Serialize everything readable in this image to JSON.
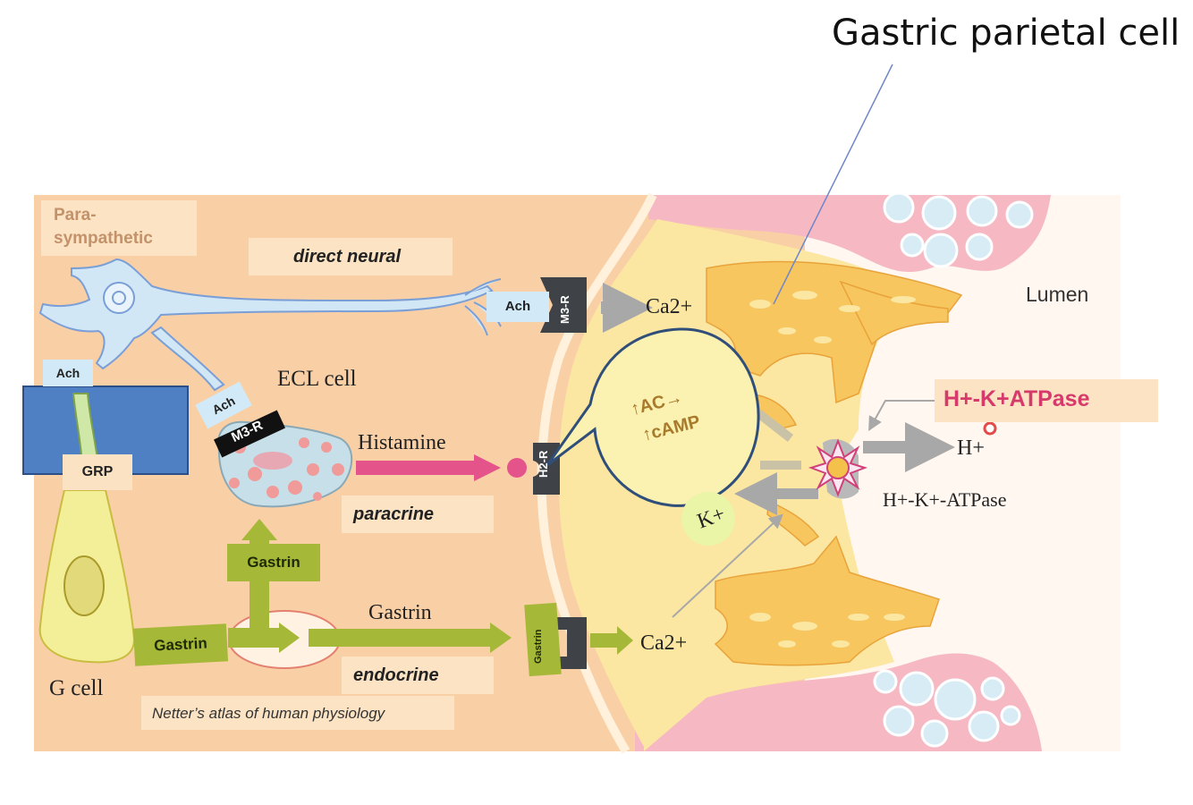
{
  "title": "Gastric parietal cell",
  "labels": {
    "parasympathetic_line1": "Para-",
    "parasympathetic_line2": "sympathetic",
    "direct_neural": "direct neural",
    "ach_1": "Ach",
    "ach_2": "Ach",
    "ach_3": "Ach",
    "m3r_1": "M3-R",
    "m3r_2": "M3-R",
    "ecl_cell": "ECL cell",
    "histamine": "Histamine",
    "h2r": "H2-R",
    "paracrine": "paracrine",
    "grp": "GRP",
    "gastrin_up": "Gastrin",
    "gastrin_left": "Gastrin",
    "gastrin_mid": "Gastrin",
    "gastrin_receptor": "Gastrin",
    "endocrine": "endocrine",
    "g_cell": "G cell",
    "citation": "Netter’s atlas of human physiology",
    "ca2_top": "Ca2+",
    "ca2_bottom": "Ca2+",
    "second_messenger_line1": "↑AC→",
    "second_messenger_line2": "↑cAMP",
    "k_plus": "K+",
    "h_plus": "H+",
    "pump_label_plain": "H+-K+-ATPase",
    "pump_label_highlight": "H+-K+ATPase",
    "lumen": "Lumen"
  },
  "colors": {
    "tissue_bg": "#f9cfa6",
    "cell_yellow": "#fbe7a2",
    "canaliculi": "#f8c65f",
    "lumen_pink": "#f6b8c3",
    "lumen_vesicle": "#d8ecf6",
    "neuron_blue": "#d2e7f6",
    "neuron_outline": "#7a9fd6",
    "ecl_fill": "#c6dfe8",
    "ecl_granule": "#f09a99",
    "histamine_arrow": "#e5538b",
    "gastrin_green": "#a6b838",
    "grp_box": "#4f80c3",
    "receptor_dark": "#3f4347",
    "pump_pink": "#d0407a",
    "grey_arrow": "#a8a8a8",
    "highlight_text": "#d63a6b",
    "label_box": "#fbe2c3"
  }
}
